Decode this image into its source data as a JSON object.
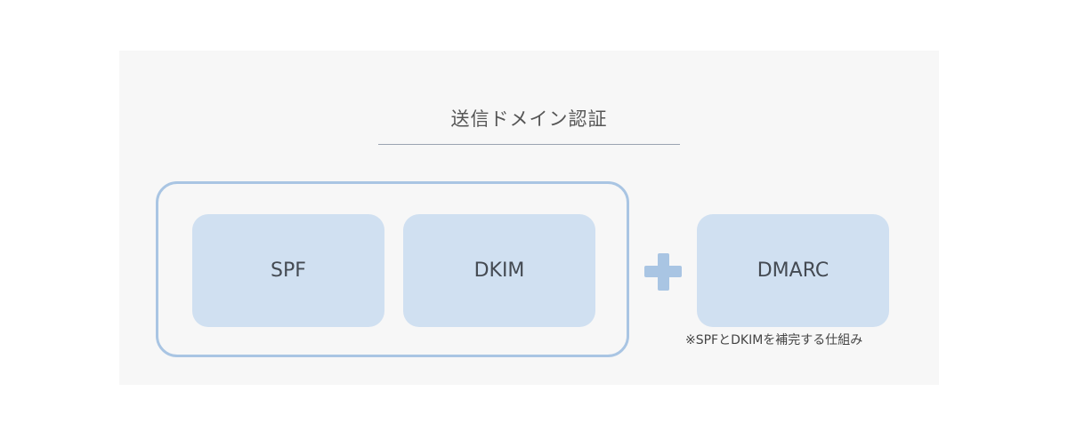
{
  "diagram": {
    "title": "送信ドメイン認証",
    "boxes": {
      "spf": "SPF",
      "dkim": "DKIM",
      "dmarc": "DMARC"
    },
    "operator_icon": "plus-icon",
    "note": "※SPFとDKIMを補完する仕組み"
  },
  "colors": {
    "panel_background": "#f7f7f7",
    "box_fill": "#d0e0f1",
    "frame_border": "#a9c5e3",
    "plus": "#a9c5e3",
    "title_rule": "#9aa3b1"
  }
}
